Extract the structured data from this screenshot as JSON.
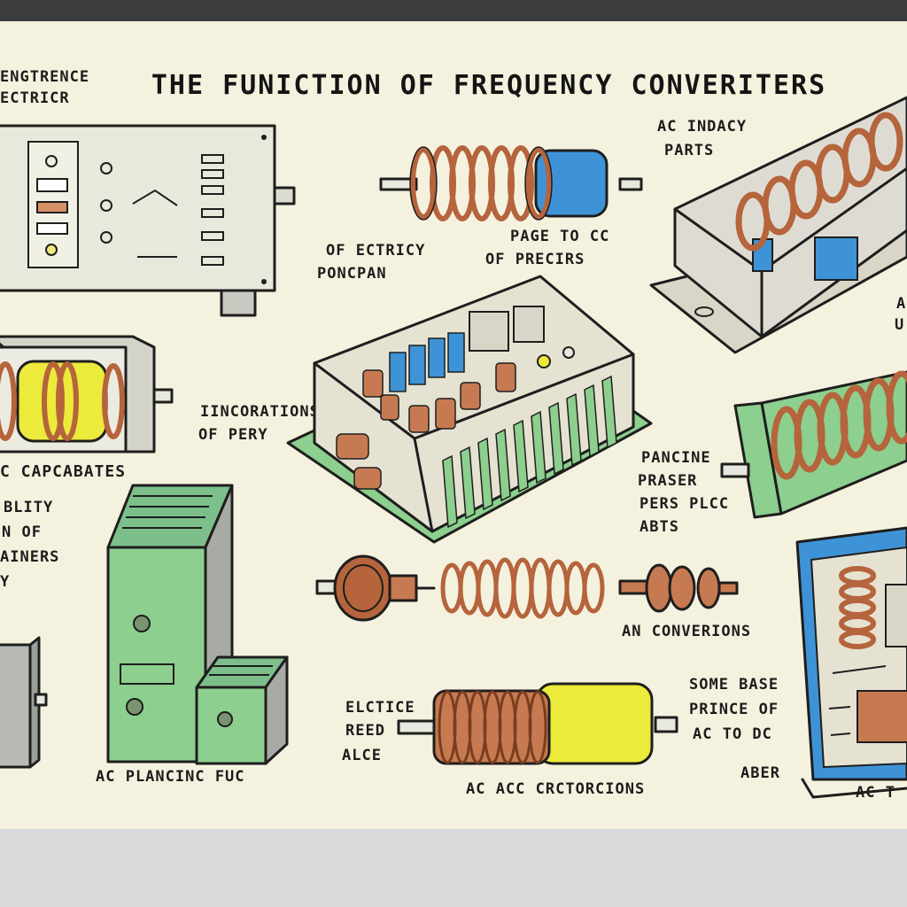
{
  "title": "THE FUNICTION OF FREQUENCY CONVERITERS",
  "labels": {
    "top_left_1": "ENGTRENCE",
    "top_left_2": "ECTRICR",
    "electricy_1": "OF ECTRICY",
    "electricy_2": "PONCPAN",
    "page_1": "PAGE TO CC",
    "page_2": "OF PRECIRS",
    "ac_indacy_1": "AC INDACY",
    "ac_indacy_2": "PARTS",
    "right_edge_1": "A",
    "right_edge_2": "U",
    "incorations_1": "IINCORATIONS",
    "incorations_2": "OF PERY",
    "capacitors": "C CAPCABATES",
    "left_mid_1": "BLITY",
    "left_mid_2": "N OF",
    "left_mid_3": "AINERS",
    "left_mid_4": "Y",
    "pancine_1": "PANCINE",
    "pancine_2": "PRASER",
    "pancine_3": "PERS PLCC",
    "pancine_4": "ABTS",
    "an_conversions": "AN CONVERIONS",
    "electice_1": "ELCTICE",
    "electice_2": "REED",
    "electice_3": "ALCE",
    "some_base_1": "SOME BASE",
    "some_base_2": "PRINCE OF",
    "some_base_3": "AC TO DC",
    "aber": "ABER",
    "ac_t": "AC T",
    "ac_plancing": "AC PLANCINC FUC",
    "ac_acc": "AC ACC CRCTORCIONS"
  },
  "colors": {
    "paper": "#f4f2df",
    "frame": "#3a3d3b",
    "copper": "#b5643c",
    "blue": "#3e93d6",
    "yellow": "#ecea3a",
    "green": "#8ccf8e",
    "grey": "#c9c9c2"
  },
  "icons": [
    "control-panel-icon",
    "inductor-coil-icon",
    "transformer-icon",
    "circuit-board-icon",
    "capacitor-icon",
    "battery-cell-icon"
  ]
}
